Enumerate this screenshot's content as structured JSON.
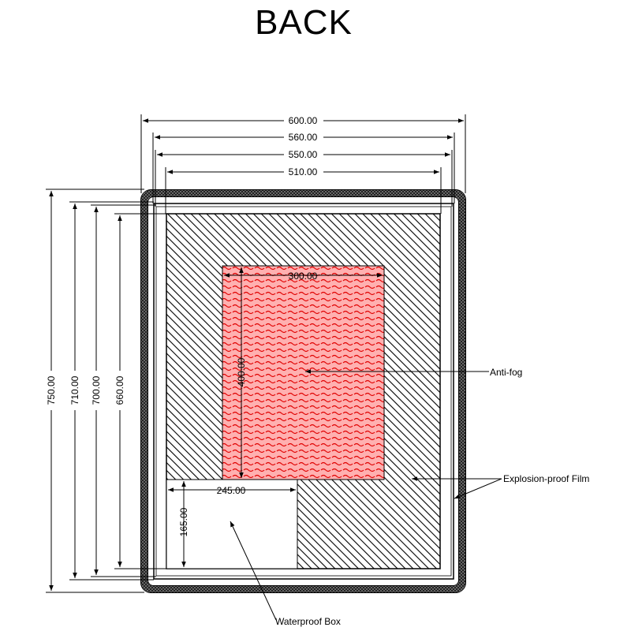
{
  "title": "BACK",
  "dimensions": {
    "width_outer": "600.00",
    "width_560": "560.00",
    "width_550": "550.00",
    "width_510": "510.00",
    "height_outer": "750.00",
    "height_710": "710.00",
    "height_700": "700.00",
    "height_660": "660.00",
    "antifog_width": "300.00",
    "antifog_height": "400.00",
    "box_width": "245.00",
    "box_height": "165.00"
  },
  "callouts": {
    "antifog": "Anti-fog",
    "explosion": "Explosion-proof Film",
    "waterproof": "Waterproof Box"
  },
  "colors": {
    "line": "#000000",
    "antifog_fill": "#ff9a9a",
    "antifog_pattern": "#d40000",
    "frame": "#444444"
  }
}
